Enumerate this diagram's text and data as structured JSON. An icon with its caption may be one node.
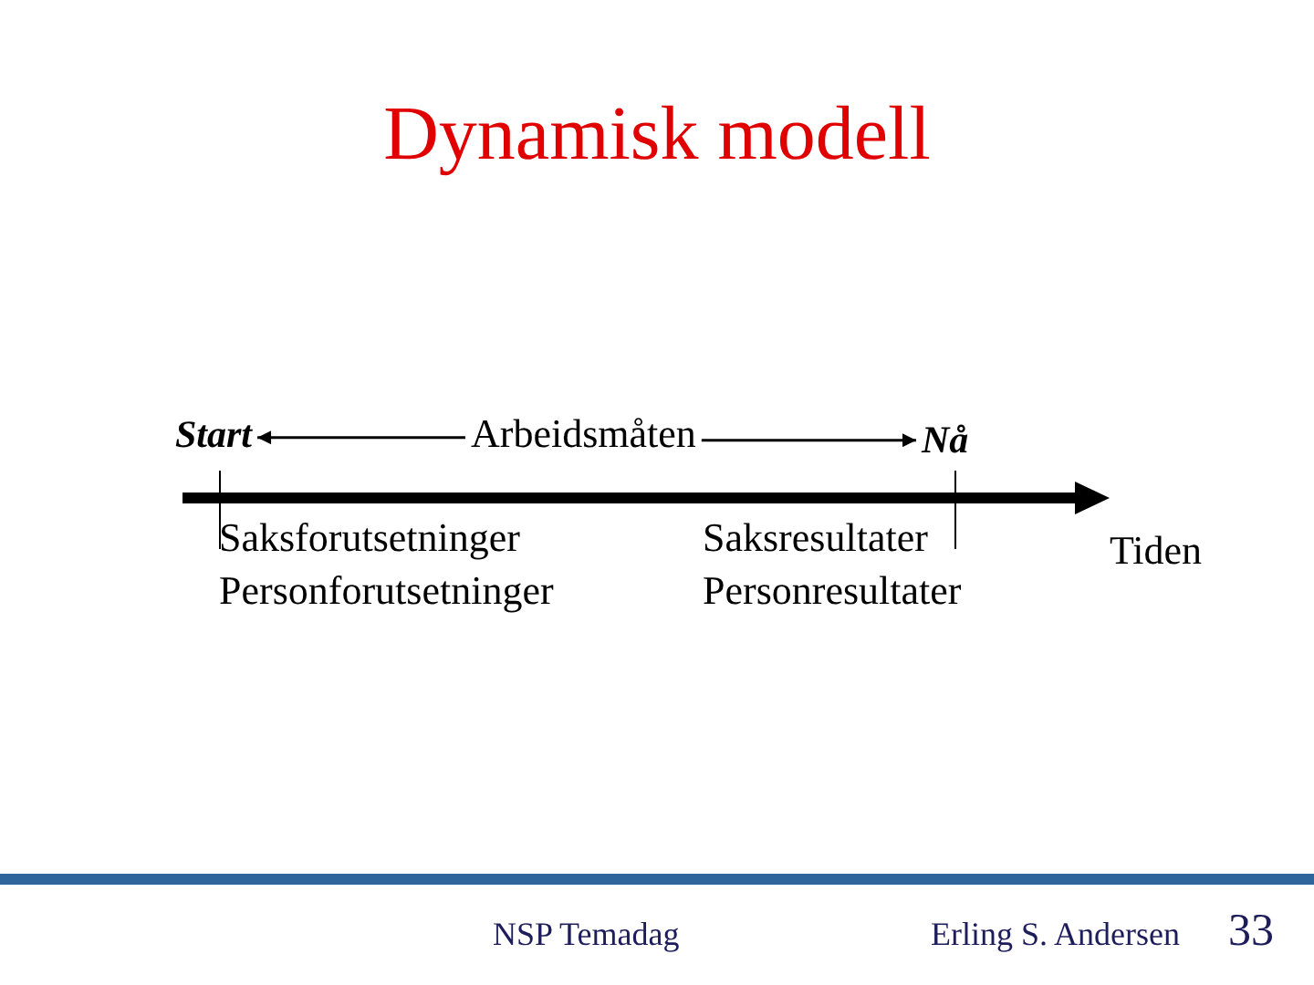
{
  "diagram": {
    "title": "Dynamisk modell",
    "nodes": [
      {
        "text": [
          "Start"
        ]
      },
      {
        "text": [
          "Arbeidsmåten"
        ]
      },
      {
        "text": [
          "Nå"
        ]
      }
    ],
    "edges": [
      {
        "from": 1,
        "to": 0,
        "arrow": "to"
      },
      {
        "from": 1,
        "to": 2,
        "arrow": "to"
      }
    ],
    "labels": [
      "Saksforutsetninger",
      "Personforutsetninger",
      "Saksresultater",
      "Personresultater",
      "Tiden",
      "NSP Temadag",
      "Erling S. Andersen",
      "33"
    ]
  }
}
